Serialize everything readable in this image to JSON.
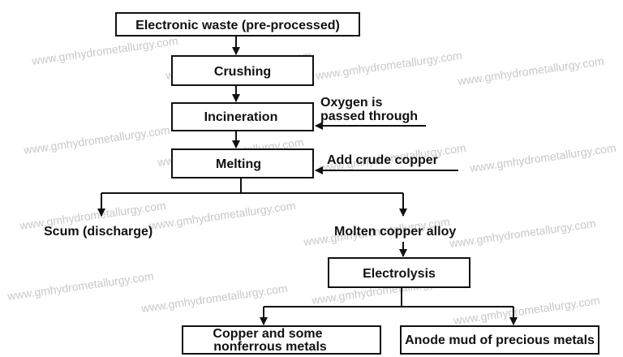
{
  "watermark": "www.gmhydrometallurgy.com",
  "steps": {
    "ewaste": "Electronic waste (pre-processed)",
    "crushing": "Crushing",
    "incineration": "Incineration",
    "melting": "Melting",
    "electrolysis": "Electrolysis",
    "copper_line1": "Copper and some",
    "copper_line2": "nonferrous metals",
    "anode_mud": "Anode mud of precious metals"
  },
  "inputs": {
    "oxygen_line1": "Oxygen is",
    "oxygen_line2": "passed through",
    "crude_copper": "Add crude copper"
  },
  "outputs": {
    "scum": "Scum (discharge)",
    "alloy": "Molten copper alloy"
  }
}
